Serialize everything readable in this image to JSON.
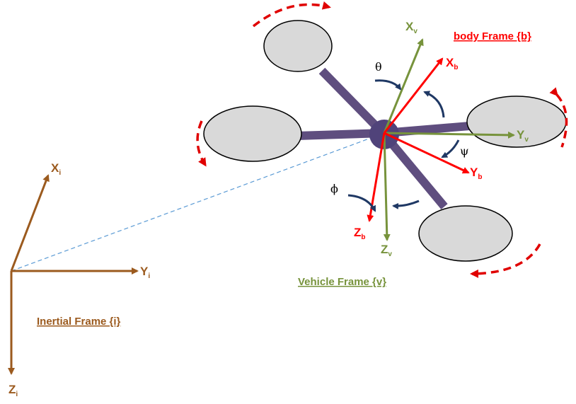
{
  "colors": {
    "inertial": "#9B5A1E",
    "vehicle": "#77933C",
    "body": "#FF0000",
    "rotation_arrow": "#1F3864",
    "arm": "#5F4E7F",
    "hub": "#50437A",
    "rotor_fill": "#D9D9D9",
    "rotor_stroke": "#000000",
    "dashed_line": "#5B9BD5",
    "spin_arrow": "#E00000"
  },
  "inertial_frame": {
    "title": "Inertial Frame {i}",
    "x_label": {
      "main": "X",
      "sub": "i"
    },
    "y_label": {
      "main": "Y",
      "sub": "i"
    },
    "z_label": {
      "main": "Z",
      "sub": "i"
    }
  },
  "vehicle_frame": {
    "title": "Vehicle Frame {v}",
    "x_label": {
      "main": "X",
      "sub": "v"
    },
    "y_label": {
      "main": "Y",
      "sub": "v"
    },
    "z_label": {
      "main": "Z",
      "sub": "v"
    }
  },
  "body_frame": {
    "title": "body Frame {b}",
    "x_label": {
      "main": "X",
      "sub": "b"
    },
    "y_label": {
      "main": "Y",
      "sub": "b"
    },
    "z_label": {
      "main": "Z",
      "sub": "b"
    }
  },
  "angles": {
    "pitch": "θ",
    "yaw": "ψ",
    "roll": "ϕ"
  },
  "icons": {
    "rotor": "rotor-ellipse",
    "spin_direction": "dashed-curved-arrow",
    "rotation": "curved-rotation-arrow"
  }
}
